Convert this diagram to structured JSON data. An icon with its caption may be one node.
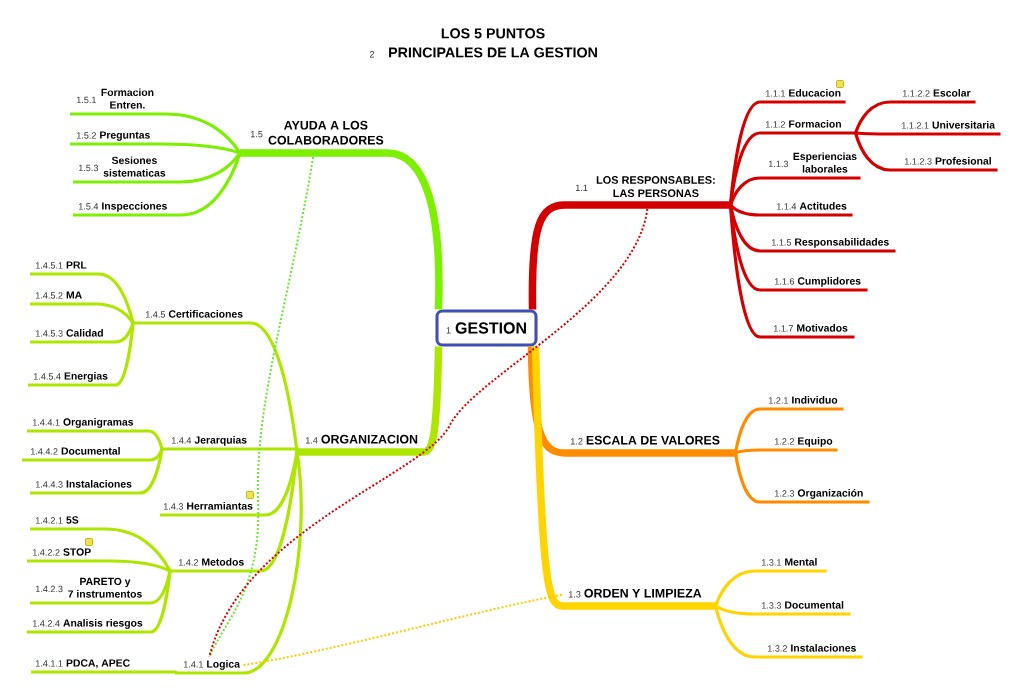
{
  "diagram": {
    "title": "LOS 5 PUNTOS PRINCIPALES DE LA GESTION",
    "nodes": [
      {
        "text": [
          "1",
          "GESTION"
        ]
      },
      {
        "text": [
          "1.1",
          "LOS RESPONSABLES: LAS PERSONAS"
        ]
      },
      {
        "text": [
          "1.1.1",
          "Educacion"
        ]
      },
      {
        "text": [
          "1.1.2",
          "Formacion"
        ]
      },
      {
        "text": [
          "1.1.2.2",
          "Escolar"
        ]
      },
      {
        "text": [
          "1.1.2.1",
          "Universitaria"
        ]
      },
      {
        "text": [
          "1.1.2.3",
          "Profesional"
        ]
      },
      {
        "text": [
          "1.1.3",
          "Esperiencias laborales"
        ]
      },
      {
        "text": [
          "1.1.4",
          "Actitudes"
        ]
      },
      {
        "text": [
          "1.1.5",
          "Responsabilidades"
        ]
      },
      {
        "text": [
          "1.1.6",
          "Cumplidores"
        ]
      },
      {
        "text": [
          "1.1.7",
          "Motivados"
        ]
      },
      {
        "text": [
          "1.2",
          "ESCALA DE VALORES"
        ]
      },
      {
        "text": [
          "1.2.1",
          "Individuo"
        ]
      },
      {
        "text": [
          "1.2.2",
          "Equipo"
        ]
      },
      {
        "text": [
          "1.2.3",
          "Organización"
        ]
      },
      {
        "text": [
          "1.3",
          "ORDEN Y LIMPIEZA"
        ]
      },
      {
        "text": [
          "1.3.1",
          "Mental"
        ]
      },
      {
        "text": [
          "1.3.3",
          "Documental"
        ]
      },
      {
        "text": [
          "1.3.2",
          "Instalaciones"
        ]
      },
      {
        "text": [
          "1.4",
          "ORGANIZACION"
        ]
      },
      {
        "text": [
          "1.4.5",
          "Certificaciones"
        ]
      },
      {
        "text": [
          "1.4.5.1",
          "PRL"
        ]
      },
      {
        "text": [
          "1.4.5.2",
          "MA"
        ]
      },
      {
        "text": [
          "1.4.5.3",
          "Calidad"
        ]
      },
      {
        "text": [
          "1.4.5.4",
          "Energias"
        ]
      },
      {
        "text": [
          "1.4.4",
          "Jerarquias"
        ]
      },
      {
        "text": [
          "1.4.4.1",
          "Organigramas"
        ]
      },
      {
        "text": [
          "1.4.4.2",
          "Documental"
        ]
      },
      {
        "text": [
          "1.4.4.3",
          "Instalaciones"
        ]
      },
      {
        "text": [
          "1.4.3",
          "Herramiantas"
        ]
      },
      {
        "text": [
          "1.4.2",
          "Metodos"
        ]
      },
      {
        "text": [
          "1.4.2.1",
          "5S"
        ]
      },
      {
        "text": [
          "1.4.2.2",
          "STOP"
        ]
      },
      {
        "text": [
          "1.4.2.3",
          "PARETO y 7 instrumentos"
        ]
      },
      {
        "text": [
          "1.4.2.4",
          "Analisis riesgos"
        ]
      },
      {
        "text": [
          "1.4.1",
          "Logica"
        ]
      },
      {
        "text": [
          "1.4.1.1",
          "PDCA, APEC"
        ]
      },
      {
        "text": [
          "1.5",
          "AYUDA A LOS COLABORADORES"
        ]
      },
      {
        "text": [
          "1.5.1",
          "Formacion Entren."
        ]
      },
      {
        "text": [
          "1.5.2",
          "Preguntas"
        ]
      },
      {
        "text": [
          "1.5.3",
          "Sesiones sistematicas"
        ]
      },
      {
        "text": [
          "1.5.4",
          "Inspecciones"
        ]
      }
    ],
    "edges": [
      {
        "from": 0,
        "to": 1,
        "arrow": "none",
        "style": "thick",
        "color": "#d40000"
      },
      {
        "from": 1,
        "to": 2,
        "arrow": "none",
        "color": "#d40000"
      },
      {
        "from": 1,
        "to": 3,
        "arrow": "none",
        "color": "#d40000"
      },
      {
        "from": 3,
        "to": 4,
        "arrow": "none",
        "color": "#d40000"
      },
      {
        "from": 3,
        "to": 5,
        "arrow": "none",
        "color": "#d40000"
      },
      {
        "from": 3,
        "to": 6,
        "arrow": "none",
        "color": "#d40000"
      },
      {
        "from": 1,
        "to": 7,
        "arrow": "none",
        "color": "#d40000"
      },
      {
        "from": 1,
        "to": 8,
        "arrow": "none",
        "color": "#d40000"
      },
      {
        "from": 1,
        "to": 9,
        "arrow": "none",
        "color": "#d40000"
      },
      {
        "from": 1,
        "to": 10,
        "arrow": "none",
        "color": "#d40000"
      },
      {
        "from": 1,
        "to": 11,
        "arrow": "none",
        "color": "#d40000"
      },
      {
        "from": 0,
        "to": 12,
        "arrow": "none",
        "style": "thick",
        "color": "#ff8c00"
      },
      {
        "from": 12,
        "to": 13,
        "arrow": "none",
        "color": "#ff8c00"
      },
      {
        "from": 12,
        "to": 14,
        "arrow": "none",
        "color": "#ff8c00"
      },
      {
        "from": 12,
        "to": 15,
        "arrow": "none",
        "color": "#ff8c00"
      },
      {
        "from": 0,
        "to": 16,
        "arrow": "none",
        "style": "thick",
        "color": "#ffd400"
      },
      {
        "from": 16,
        "to": 17,
        "arrow": "none",
        "color": "#ffd400"
      },
      {
        "from": 16,
        "to": 18,
        "arrow": "none",
        "color": "#ffd400"
      },
      {
        "from": 16,
        "to": 19,
        "arrow": "none",
        "color": "#ffd400"
      },
      {
        "from": 0,
        "to": 20,
        "arrow": "none",
        "style": "thick"
      },
      {
        "from": 20,
        "to": 21,
        "arrow": "none"
      },
      {
        "from": 21,
        "to": 22,
        "arrow": "none"
      },
      {
        "from": 21,
        "to": 23,
        "arrow": "none"
      },
      {
        "from": 21,
        "to": 24,
        "arrow": "none"
      },
      {
        "from": 21,
        "to": 25,
        "arrow": "none"
      },
      {
        "from": 20,
        "to": 26,
        "arrow": "none"
      },
      {
        "from": 26,
        "to": 27,
        "arrow": "none"
      },
      {
        "from": 26,
        "to": 28,
        "arrow": "none"
      },
      {
        "from": 26,
        "to": 29,
        "arrow": "none"
      },
      {
        "from": 20,
        "to": 30,
        "arrow": "none"
      },
      {
        "from": 20,
        "to": 31,
        "arrow": "none"
      },
      {
        "from": 31,
        "to": 32,
        "arrow": "none"
      },
      {
        "from": 31,
        "to": 33,
        "arrow": "none"
      },
      {
        "from": 31,
        "to": 34,
        "arrow": "none"
      },
      {
        "from": 31,
        "to": 35,
        "arrow": "none"
      },
      {
        "from": 20,
        "to": 36,
        "arrow": "none"
      },
      {
        "from": 36,
        "to": 37,
        "arrow": "none"
      },
      {
        "from": 0,
        "to": 38,
        "arrow": "none",
        "style": "thick",
        "color": "#7cf000"
      },
      {
        "from": 38,
        "to": 39,
        "arrow": "none",
        "color": "#7cf000"
      },
      {
        "from": 38,
        "to": 40,
        "arrow": "none",
        "color": "#7cf000"
      },
      {
        "from": 38,
        "to": 41,
        "arrow": "none",
        "color": "#7cf000"
      },
      {
        "from": 38,
        "to": 42,
        "arrow": "none",
        "color": "#7cf000"
      },
      {
        "from": 38,
        "to": 36,
        "arrow": "none",
        "style": "dashed",
        "color": "#66e830"
      },
      {
        "from": 1,
        "to": 36,
        "arrow": "none",
        "style": "dashed",
        "color": "#dd0000"
      },
      {
        "from": 36,
        "to": 16,
        "arrow": "none",
        "style": "dashed",
        "color": "#ffc800"
      }
    ],
    "labels": [
      "2"
    ]
  }
}
